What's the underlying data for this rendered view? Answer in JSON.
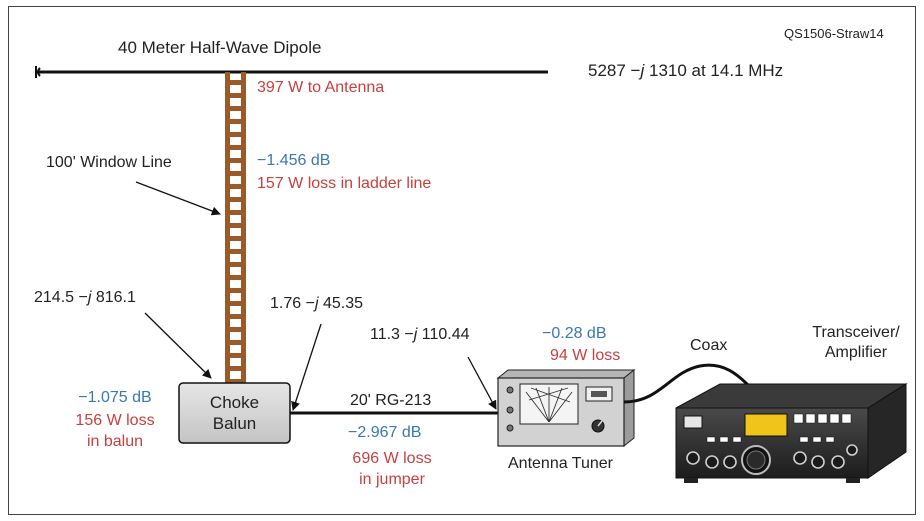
{
  "figure_id": "QS1506-Straw14",
  "antenna": {
    "title": "40 Meter Half-Wave Dipole",
    "impedance_prefix": "5287 −",
    "impedance_j": "j",
    "impedance_suffix": " 1310 at 14.1 MHz",
    "power": "397 W to Antenna"
  },
  "window_line": {
    "label": "100' Window Line",
    "loss_db": "−1.456 dB",
    "loss_w": "157 W loss in ladder line"
  },
  "balun_input": {
    "prefix": "214.5 −",
    "j": "j",
    "suffix": " 816.1"
  },
  "balun_output": {
    "prefix": "1.76 −",
    "j": "j",
    "suffix": " 45.35"
  },
  "balun": {
    "label_line1": "Choke",
    "label_line2": "Balun",
    "loss_db": "−1.075 dB",
    "loss_w_line1": "156 W loss",
    "loss_w_line2": "in balun"
  },
  "jumper": {
    "label": "20' RG-213",
    "loss_db": "−2.967 dB",
    "loss_w_line1": "696 W loss",
    "loss_w_line2": "in jumper"
  },
  "tuner_input": {
    "prefix": "11.3 −",
    "j": "j",
    "suffix": " 110.44"
  },
  "tuner": {
    "label": "Antenna Tuner",
    "loss_db": "−0.28 dB",
    "loss_w": "94 W loss"
  },
  "coax": {
    "label": "Coax"
  },
  "transceiver": {
    "label_line1": "Transceiver/",
    "label_line2": "Amplifier"
  },
  "colors": {
    "loss_red": "#c8403e",
    "db_blue": "#3a78b0",
    "ladder": "#9b5a2a",
    "box_fill": "#d9d9d9"
  }
}
